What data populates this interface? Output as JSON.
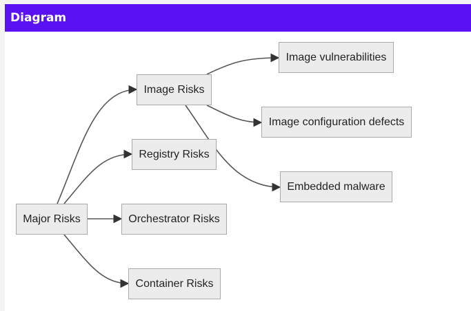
{
  "header": {
    "title": "Diagram"
  },
  "diagram": {
    "nodes": {
      "major": "Major Risks",
      "image": "Image Risks",
      "registry": "Registry Risks",
      "orchestrator": "Orchestrator Risks",
      "container": "Container Risks",
      "image_vuln": "Image vulnerabilities",
      "image_config": "Image configuration defects",
      "malware": "Embedded malware"
    },
    "edges": [
      [
        "major",
        "image"
      ],
      [
        "major",
        "registry"
      ],
      [
        "major",
        "orchestrator"
      ],
      [
        "major",
        "container"
      ],
      [
        "image",
        "image_vuln"
      ],
      [
        "image",
        "image_config"
      ],
      [
        "image",
        "malware"
      ]
    ],
    "colors": {
      "header": "#5b12f2",
      "node_fill": "#ececec",
      "node_border": "#a9a9a9",
      "edge": "#555555"
    }
  }
}
